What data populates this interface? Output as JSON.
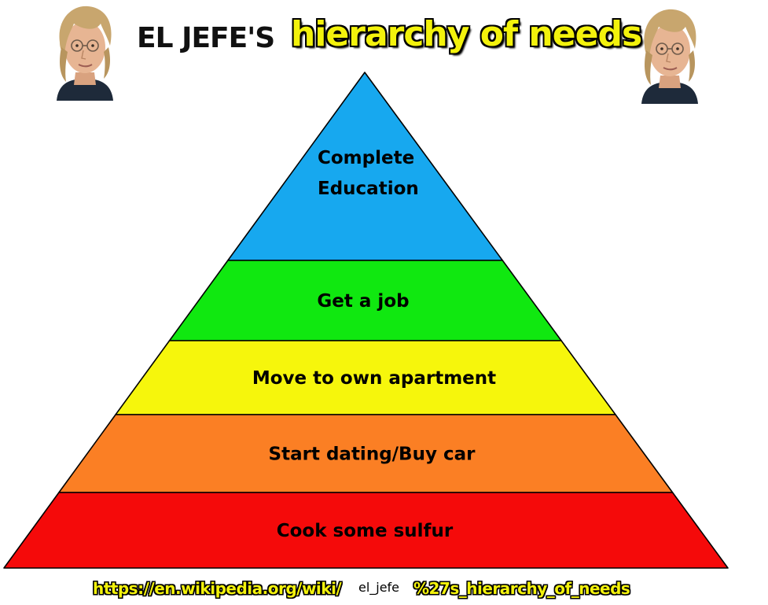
{
  "header": {
    "title_plain": "EL JEFE'S",
    "title_meme": "hierarchy of needs"
  },
  "pyramid": {
    "tiers": [
      {
        "label_lines": [
          "Complete",
          "Education"
        ],
        "color": "#17a8ef"
      },
      {
        "label_lines": [
          "Get a job"
        ],
        "color": "#10e810"
      },
      {
        "label_lines": [
          "Move to own apartment"
        ],
        "color": "#f6f60c"
      },
      {
        "label_lines": [
          "Start dating/Buy car"
        ],
        "color": "#fb7f24"
      },
      {
        "label_lines": [
          "Cook some sulfur"
        ],
        "color": "#f50a0a"
      }
    ]
  },
  "footer": {
    "url_prefix": "https://en.wikipedia.org/wiki/",
    "url_insert": "el_jefe",
    "url_suffix": "%27s_hierarchy_of_needs"
  },
  "colors": {
    "meme_text_fill": "#f3f20c",
    "meme_text_outline": "#000000",
    "outline": "#000000",
    "background": "#ffffff"
  }
}
